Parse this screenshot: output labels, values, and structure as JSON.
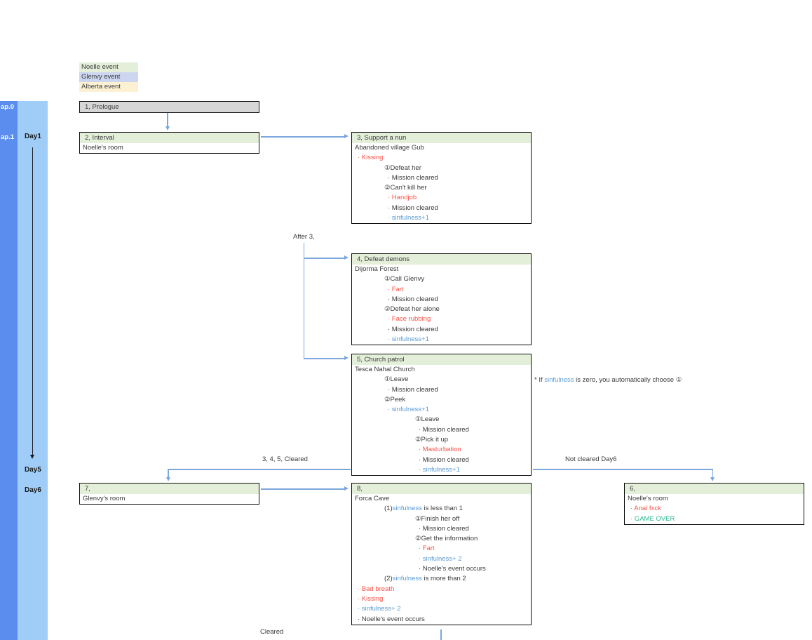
{
  "colors": {
    "text": "#3a3a3a",
    "red": "#f85349",
    "blue": "#5b9bd5",
    "teal": "#2eba96",
    "connector": "#7ba7dd",
    "sidebar_dark": "#5b8def",
    "sidebar_light": "#9fcdf8",
    "legend_green": "#e4efda",
    "legend_blue": "#ccd6f0",
    "legend_orange": "#fdf1d3",
    "header_green": "#e4efda",
    "header_gray": "#d6d6d6"
  },
  "legend": {
    "items": [
      {
        "label": "Noelle event",
        "colorKey": "legend_green"
      },
      {
        "label": "Glenvy event",
        "colorKey": "legend_blue"
      },
      {
        "label": "Alberta event",
        "colorKey": "legend_orange"
      }
    ]
  },
  "sidebar": {
    "chap0": "ap.0",
    "chap1": "ap.1",
    "day1": "Day1",
    "day5": "Day5",
    "day6": "Day6"
  },
  "labels": {
    "after3": "After 3,",
    "cleared345": "3,  4,  5,  Cleared",
    "not_cleared_day6": "Not cleared Day6",
    "cleared": "Cleared"
  },
  "note": {
    "segments": [
      {
        "t": "* If ",
        "c": "text"
      },
      {
        "t": "sinfulness",
        "c": "blue"
      },
      {
        "t": " is zero, you automatically choose ①",
        "c": "text"
      }
    ]
  },
  "boxes": [
    {
      "id": "prologue",
      "title": "1, Prologue",
      "header": "gray",
      "rows": []
    },
    {
      "id": "interval",
      "title": "2, Interval",
      "header": "green",
      "rows": [
        {
          "indent": 0,
          "segments": [
            {
              "t": "Noelle's room",
              "c": "text"
            }
          ]
        }
      ]
    },
    {
      "id": "support-a-nun",
      "title": "3, Support a nun",
      "header": "green",
      "rows": [
        {
          "indent": 0,
          "segments": [
            {
              "t": "Abandoned village Gub",
              "c": "text"
            }
          ]
        },
        {
          "indent": 1,
          "segments": [
            {
              "t": "· Kissing",
              "c": "red"
            }
          ]
        },
        {
          "indent": 2,
          "segments": [
            {
              "t": "①Defeat her",
              "c": "text"
            }
          ]
        },
        {
          "indent": 3,
          "segments": [
            {
              "t": "· Mission cleared",
              "c": "text"
            }
          ]
        },
        {
          "indent": 2,
          "segments": [
            {
              "t": "②Can't kill her",
              "c": "text"
            }
          ]
        },
        {
          "indent": 3,
          "segments": [
            {
              "t": "· Handjob",
              "c": "red"
            }
          ]
        },
        {
          "indent": 3,
          "segments": [
            {
              "t": "· Mission cleared",
              "c": "text"
            }
          ]
        },
        {
          "indent": 3,
          "segments": [
            {
              "t": "· sinfulness+1",
              "c": "blue"
            }
          ]
        }
      ]
    },
    {
      "id": "defeat-demons",
      "title": "4, Defeat demons",
      "header": "green",
      "rows": [
        {
          "indent": 0,
          "segments": [
            {
              "t": "Dijorma Forest",
              "c": "text"
            }
          ]
        },
        {
          "indent": 2,
          "segments": [
            {
              "t": "①Call Glenvy",
              "c": "text"
            }
          ]
        },
        {
          "indent": 3,
          "segments": [
            {
              "t": "· Fart",
              "c": "red"
            }
          ]
        },
        {
          "indent": 3,
          "segments": [
            {
              "t": "· Mission cleared",
              "c": "text"
            }
          ]
        },
        {
          "indent": 2,
          "segments": [
            {
              "t": "②Defeat her alone",
              "c": "text"
            }
          ]
        },
        {
          "indent": 3,
          "segments": [
            {
              "t": "· Face rubbing",
              "c": "red"
            }
          ]
        },
        {
          "indent": 3,
          "segments": [
            {
              "t": "· Mission cleared",
              "c": "text"
            }
          ]
        },
        {
          "indent": 3,
          "segments": [
            {
              "t": "· sinfulness+1",
              "c": "blue"
            }
          ]
        }
      ]
    },
    {
      "id": "church-patrol",
      "title": "5, Church patrol",
      "header": "green",
      "rows": [
        {
          "indent": 0,
          "segments": [
            {
              "t": "Tesca Nahal Church",
              "c": "text"
            }
          ]
        },
        {
          "indent": 2,
          "segments": [
            {
              "t": "①Leave",
              "c": "text"
            }
          ]
        },
        {
          "indent": 3,
          "segments": [
            {
              "t": "· Mission cleared",
              "c": "text"
            }
          ]
        },
        {
          "indent": 2,
          "segments": [
            {
              "t": "②Peek",
              "c": "text"
            }
          ]
        },
        {
          "indent": 3,
          "segments": [
            {
              "t": "· sinfulness+1",
              "c": "blue"
            }
          ]
        },
        {
          "indent": 4,
          "segments": [
            {
              "t": "①Leave",
              "c": "text"
            }
          ]
        },
        {
          "indent": 5,
          "segments": [
            {
              "t": "· Mission cleared",
              "c": "text"
            }
          ]
        },
        {
          "indent": 4,
          "segments": [
            {
              "t": "②Pick it up",
              "c": "text"
            }
          ]
        },
        {
          "indent": 5,
          "segments": [
            {
              "t": "· Masturbation",
              "c": "red"
            }
          ]
        },
        {
          "indent": 5,
          "segments": [
            {
              "t": "· Mission cleared",
              "c": "text"
            }
          ]
        },
        {
          "indent": 5,
          "segments": [
            {
              "t": "· sinfulness+1",
              "c": "blue"
            }
          ]
        }
      ]
    },
    {
      "id": "glenvys-room",
      "title": "7,",
      "header": "green",
      "rows": [
        {
          "indent": 0,
          "segments": [
            {
              "t": "Glenvy's room",
              "c": "text"
            }
          ]
        }
      ]
    },
    {
      "id": "forca-cave",
      "title": "8,",
      "header": "green",
      "rows": [
        {
          "indent": 0,
          "segments": [
            {
              "t": "Forca Cave",
              "c": "text"
            }
          ]
        },
        {
          "indent": 2,
          "segments": [
            {
              "t": "(1)",
              "c": "text"
            },
            {
              "t": "sinfulness",
              "c": "blue"
            },
            {
              "t": " is less than 1",
              "c": "text"
            }
          ]
        },
        {
          "indent": 4,
          "segments": [
            {
              "t": "①Finish her off",
              "c": "text"
            }
          ]
        },
        {
          "indent": 5,
          "segments": [
            {
              "t": "· Mission cleared",
              "c": "text"
            }
          ]
        },
        {
          "indent": 4,
          "segments": [
            {
              "t": "②Get the information",
              "c": "text"
            }
          ]
        },
        {
          "indent": 5,
          "segments": [
            {
              "t": "· Fart",
              "c": "red"
            }
          ]
        },
        {
          "indent": 5,
          "segments": [
            {
              "t": "· sinfulness+ 2",
              "c": "blue"
            }
          ]
        },
        {
          "indent": 5,
          "segments": [
            {
              "t": "· Noelle's event occurs",
              "c": "text"
            }
          ]
        },
        {
          "indent": 2,
          "segments": [
            {
              "t": "(2)",
              "c": "text"
            },
            {
              "t": "sinfulness",
              "c": "blue"
            },
            {
              "t": " is more than 2",
              "c": "text"
            }
          ]
        },
        {
          "indent": 1,
          "segments": [
            {
              "t": "· Bad breath",
              "c": "red"
            }
          ]
        },
        {
          "indent": 1,
          "segments": [
            {
              "t": "· Kissing",
              "c": "red"
            }
          ]
        },
        {
          "indent": 1,
          "segments": [
            {
              "t": "· sinfulness+ 2",
              "c": "blue"
            }
          ]
        },
        {
          "indent": 1,
          "segments": [
            {
              "t": "· Noelle's event occurs",
              "c": "text"
            }
          ]
        }
      ]
    },
    {
      "id": "noelles-room-end",
      "title": "6,",
      "header": "green",
      "rows": [
        {
          "indent": 0,
          "segments": [
            {
              "t": "Noelle's room",
              "c": "text"
            }
          ]
        },
        {
          "indent": 1,
          "segments": [
            {
              "t": "· Anal fxck",
              "c": "red"
            }
          ]
        },
        {
          "indent": 1,
          "segments": [
            {
              "t": "· GAME OVER",
              "c": "teal"
            }
          ]
        }
      ]
    }
  ]
}
